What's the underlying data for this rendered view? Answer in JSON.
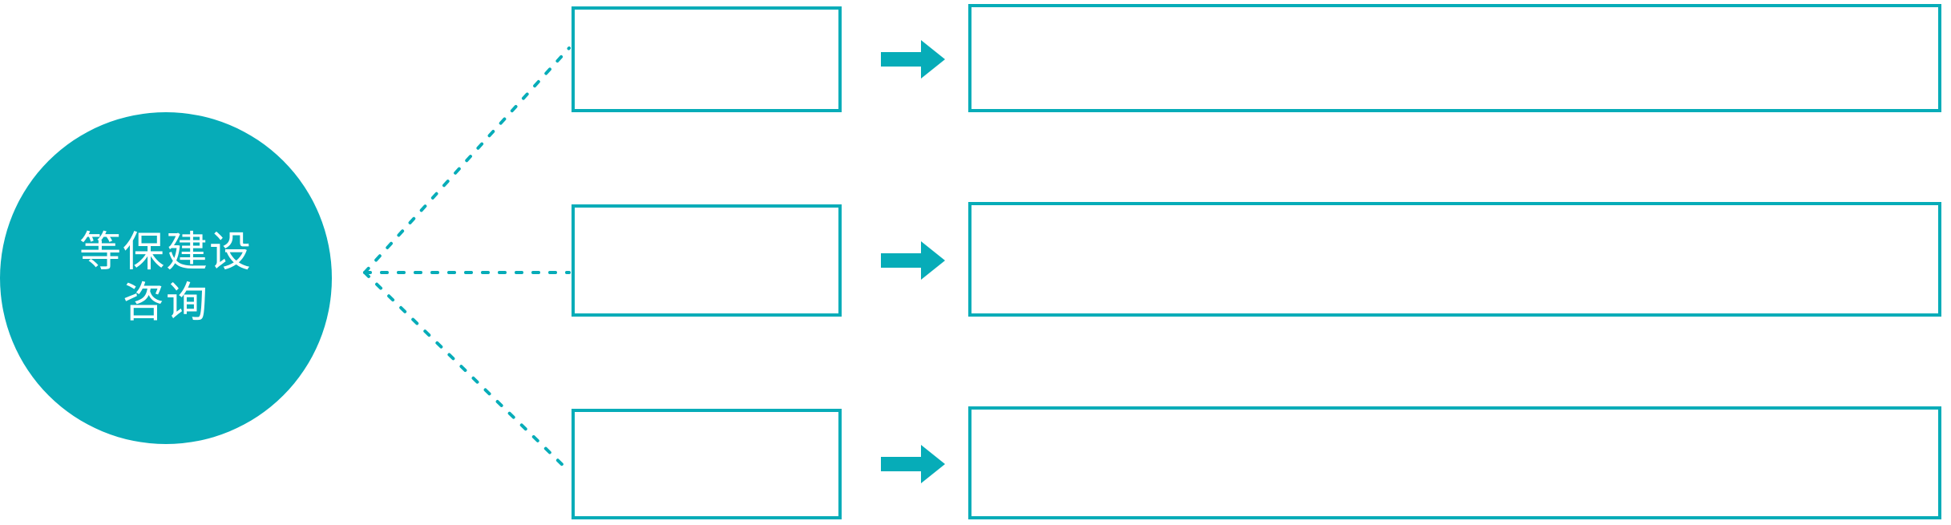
{
  "diagram": {
    "title": "等保建设咨询",
    "accent_color": "#06acb8",
    "background_color": "#ffffff",
    "box_fill_color": "#ffffff",
    "hub_text_color": "#ffffff",
    "connector_style": "dotted"
  },
  "hub": {
    "lines": [
      "等保建设",
      "咨询"
    ],
    "shape": "circle"
  },
  "rows": [
    {
      "id": "row-1",
      "stage_label": "",
      "detail_label": "",
      "arrow_icon": "right-arrow-icon"
    },
    {
      "id": "row-2",
      "stage_label": "",
      "detail_label": "",
      "arrow_icon": "right-arrow-icon"
    },
    {
      "id": "row-3",
      "stage_label": "",
      "detail_label": "",
      "arrow_icon": "right-arrow-icon"
    }
  ]
}
